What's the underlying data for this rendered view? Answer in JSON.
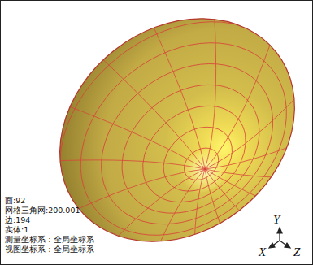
{
  "diagram": {
    "labels": [
      "面:92",
      "网格三角网:200.001",
      "边:194",
      "实体:1",
      "测量坐标系：全局坐标系",
      "视图坐标系：全局坐标系",
      "Y",
      "X",
      "Z"
    ]
  }
}
